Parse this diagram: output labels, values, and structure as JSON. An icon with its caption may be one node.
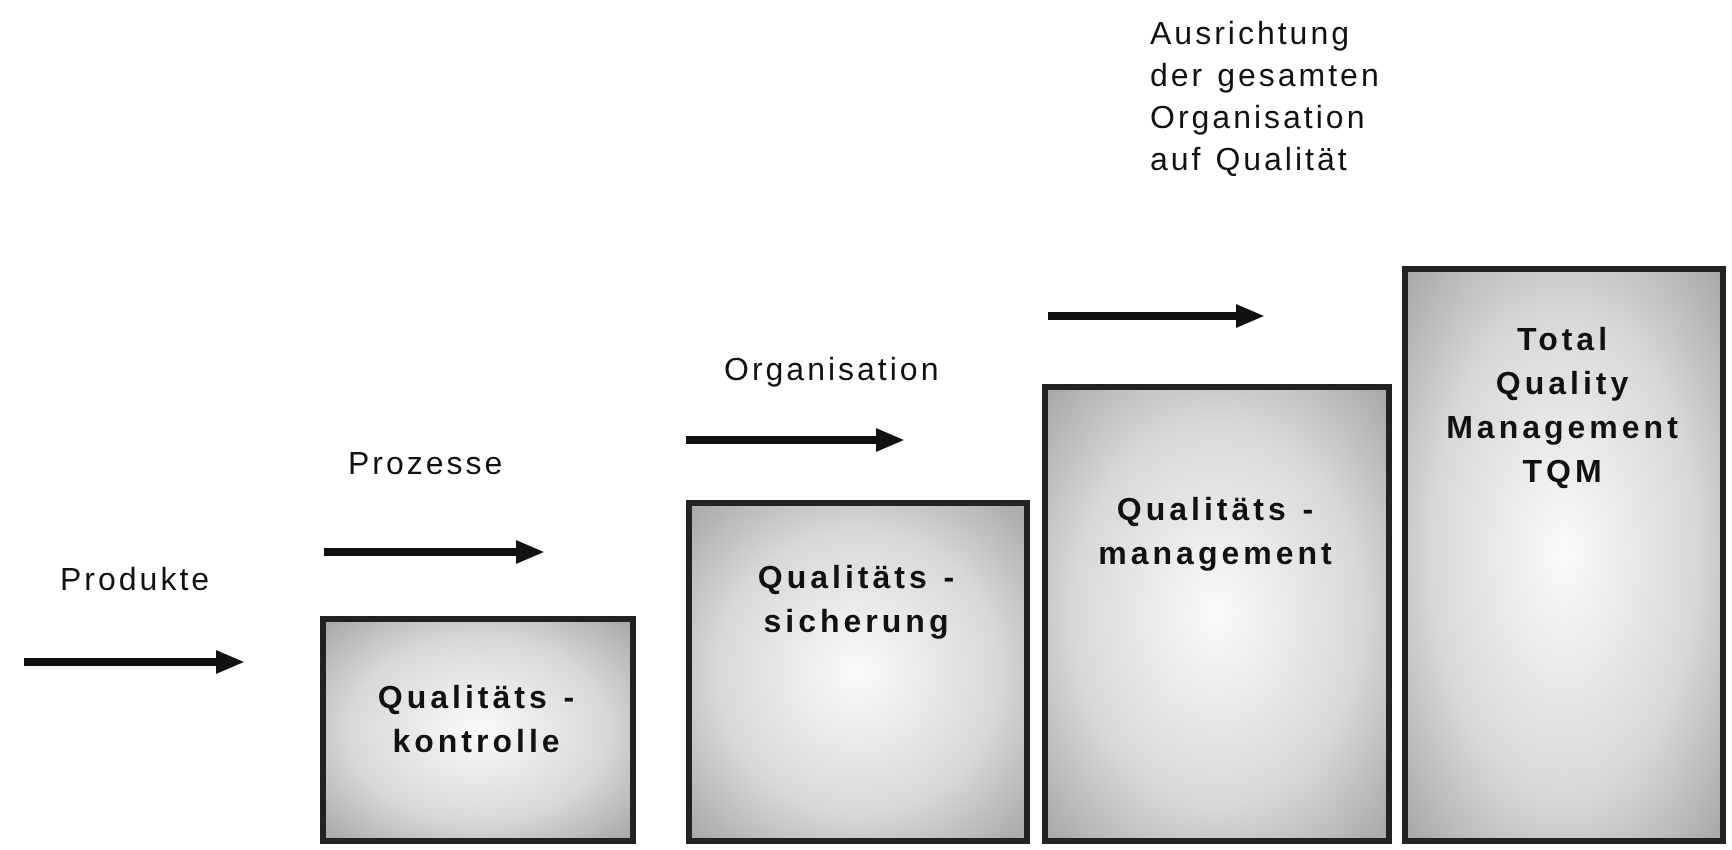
{
  "diagram": {
    "nodes": [
      {
        "text": [
          "Qualitäts - kontrolle"
        ]
      },
      {
        "text": [
          "Qualitäts - sicherung"
        ]
      },
      {
        "text": [
          "Qualitäts - management"
        ]
      },
      {
        "text": [
          "Total Quality Management TQM"
        ]
      }
    ],
    "labels": [
      "Produkte",
      "Prozesse",
      "Organisation",
      "Ausrichtung der gesamten Organisation auf Qualität"
    ]
  }
}
